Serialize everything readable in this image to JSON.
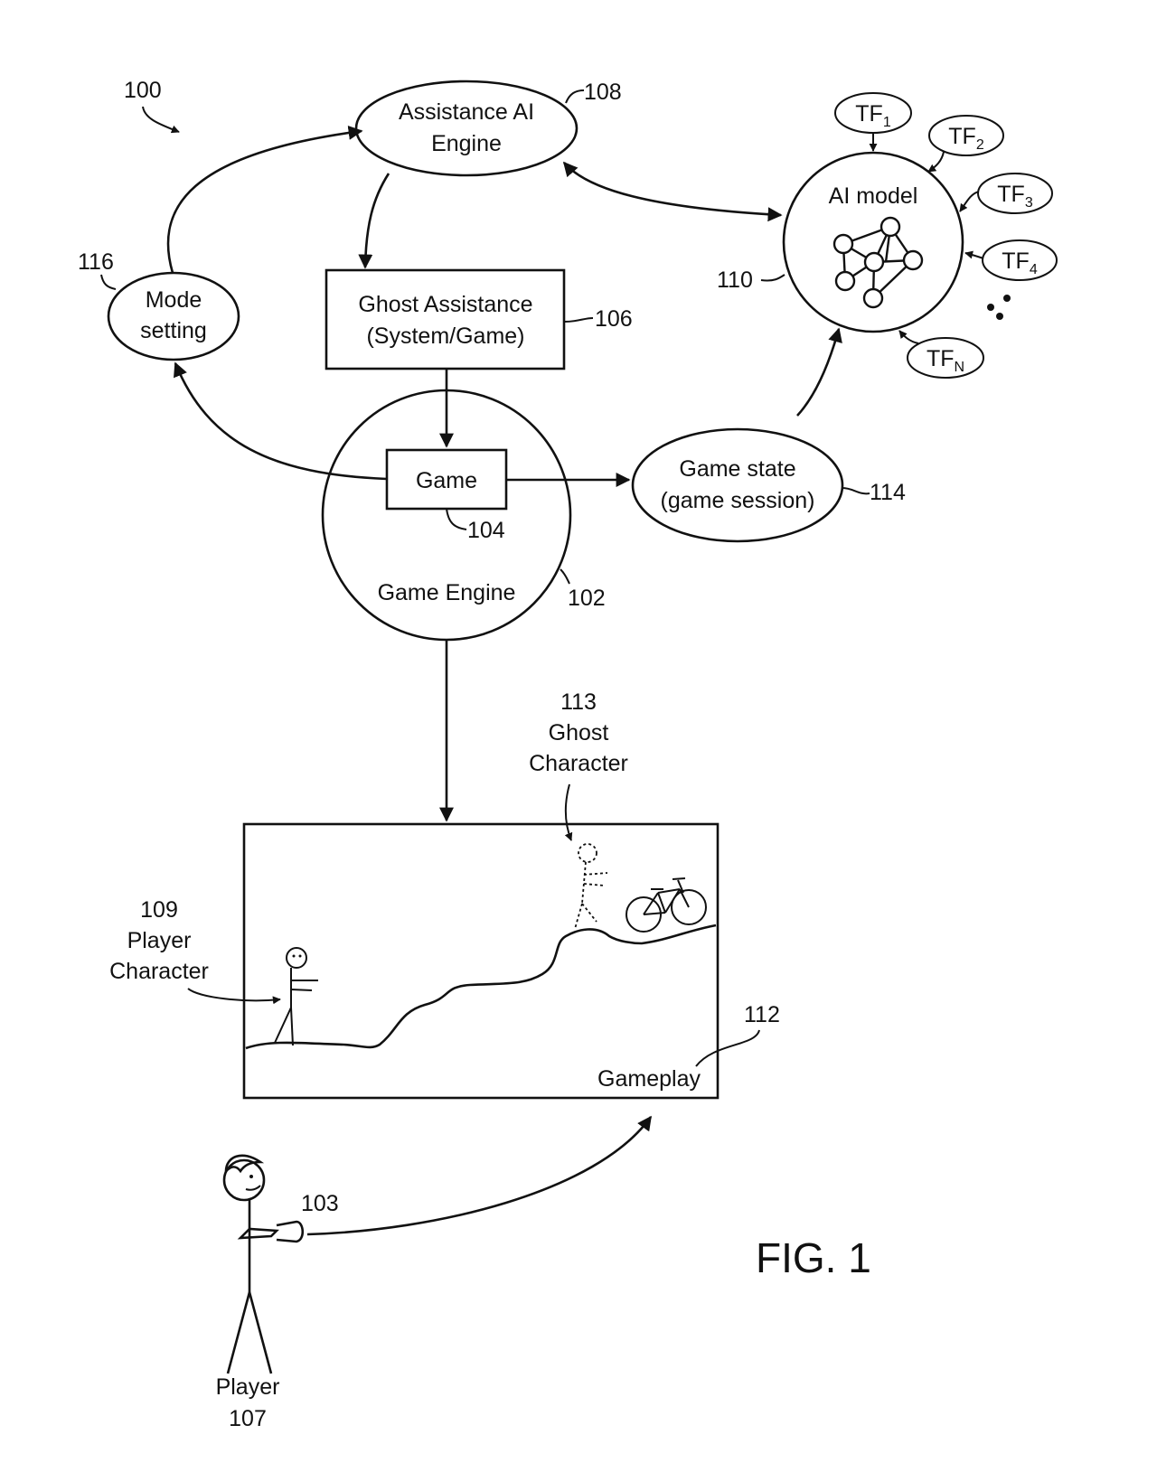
{
  "figure": {
    "ref_label": "100",
    "fig_label": "FIG. 1"
  },
  "assistance_engine": {
    "line1": "Assistance AI",
    "line2": "Engine",
    "ref": "108"
  },
  "ghost_assistance": {
    "line1": "Ghost Assistance",
    "line2": "(System/Game)",
    "ref": "106"
  },
  "mode_setting": {
    "line1": "Mode",
    "line2": "setting",
    "ref": "116"
  },
  "ai_model": {
    "label": "AI model",
    "ref": "110",
    "training_factors": [
      {
        "base": "TF",
        "sub": "1"
      },
      {
        "base": "TF",
        "sub": "2"
      },
      {
        "base": "TF",
        "sub": "3"
      },
      {
        "base": "TF",
        "sub": "4"
      },
      {
        "base": "TF",
        "sub": "N"
      }
    ]
  },
  "game": {
    "label": "Game",
    "ref": "104"
  },
  "game_engine": {
    "label": "Game Engine",
    "ref": "102"
  },
  "game_state": {
    "line1": "Game state",
    "line2": "(game session)",
    "ref": "114"
  },
  "ghost_character": {
    "ref": "113",
    "line1": "Ghost",
    "line2": "Character"
  },
  "player_character": {
    "ref": "109",
    "line1": "Player",
    "line2": "Character"
  },
  "gameplay": {
    "label": "Gameplay",
    "ref": "112"
  },
  "controller": {
    "ref": "103"
  },
  "player": {
    "label": "Player",
    "ref": "107"
  }
}
